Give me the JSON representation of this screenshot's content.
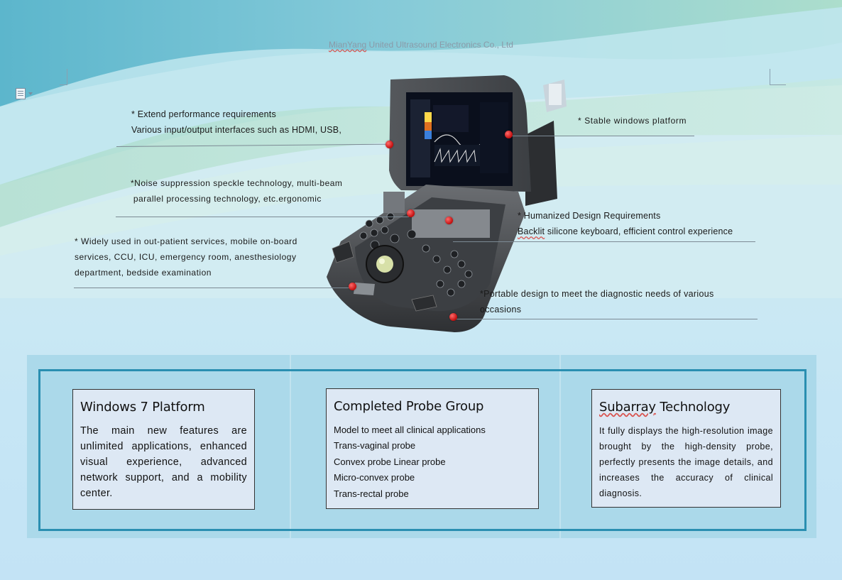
{
  "header": {
    "company_underlined": "MianYang",
    "company_rest": " United Ultrasound Electronics Co., Ltd"
  },
  "callouts": [
    {
      "id": "extend",
      "lines": [
        "* Extend performance requirements",
        "Various input/output interfaces such as HDMI, USB,"
      ]
    },
    {
      "id": "noise",
      "lines": [
        "*Noise suppression speckle technology, multi-beam",
        " parallel processing technology, etc.ergonomic"
      ]
    },
    {
      "id": "widely",
      "lines": [
        "* Widely used in out-patient services, mobile on-board",
        "services, CCU, ICU, emergency room, anesthesiology",
        "department, bedside examination"
      ]
    },
    {
      "id": "stable",
      "lines": [
        "* Stable windows platform"
      ]
    },
    {
      "id": "humanized",
      "lines": [
        "* Humanized Design Requirements"
      ],
      "line2_underlined": "Backlit",
      "line2_rest": " silicone keyboard, efficient control experience"
    },
    {
      "id": "portable",
      "lines": [
        "*Portable design to meet the diagnostic needs of various",
        "occasions"
      ]
    }
  ],
  "features": {
    "windows": {
      "title": "Windows 7 Platform",
      "body": "The main new features are unlimited applications, enhanced visual experience, advanced network support, and a mobility center."
    },
    "probe": {
      "title": "Completed Probe Group",
      "items": [
        "Model to meet all clinical applications",
        "Trans-vaginal probe",
        "Convex probe Linear probe",
        "Micro-convex probe",
        "Trans-rectal probe"
      ]
    },
    "subarray": {
      "title_underlined": "Subarray",
      "title_rest": " Technology",
      "body": "It fully displays the high-resolution image brought by the high-density probe, perfectly presents the image details, and increases the accuracy of clinical diagnosis."
    }
  },
  "colors": {
    "accent_frame": "#2a8fb1",
    "panel": "#abd9ea",
    "dot": "#c00d0d"
  }
}
